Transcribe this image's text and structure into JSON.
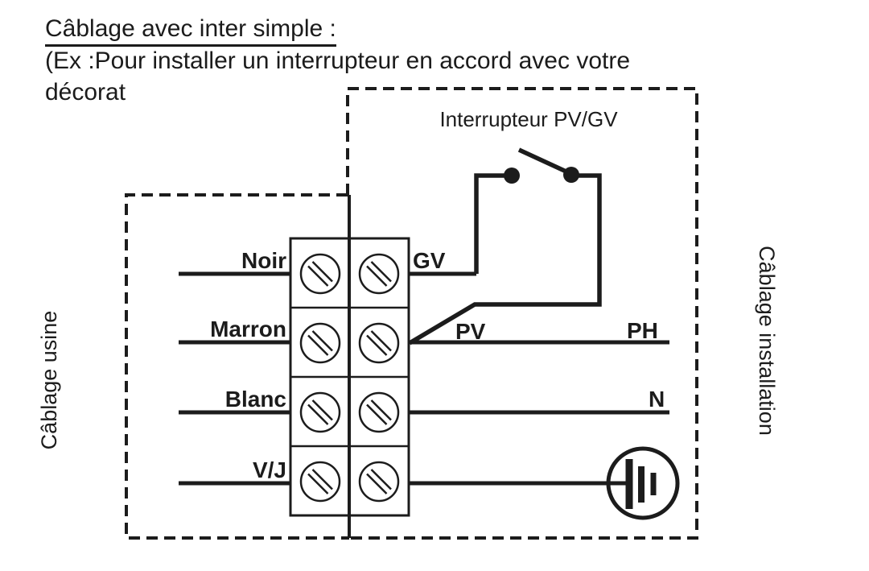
{
  "page": {
    "title": "Câblage avec inter simple :",
    "subtitle": "(Ex :Pour installer un interrupteur en accord avec votre",
    "subtitle_truncated_word": "décora",
    "subtitle_truncated_tail": "t"
  },
  "diagram": {
    "switch_title": "Interrupteur PV/GV",
    "factory_zone_label": "Câblage  usine",
    "installation_zone_label": "Câblage installation",
    "terminal_rows": [
      {
        "factory_wire": "Noir",
        "switch_side": "GV"
      },
      {
        "factory_wire": "Marron",
        "switch_side": "PV",
        "line_side": "PH"
      },
      {
        "factory_wire": "Blanc",
        "line_side": "N"
      },
      {
        "factory_wire": "V/J",
        "line_side_symbol": "earth-ground-icon"
      }
    ],
    "colors": {
      "ink": "#1c1c1c",
      "background": "#ffffff"
    }
  }
}
